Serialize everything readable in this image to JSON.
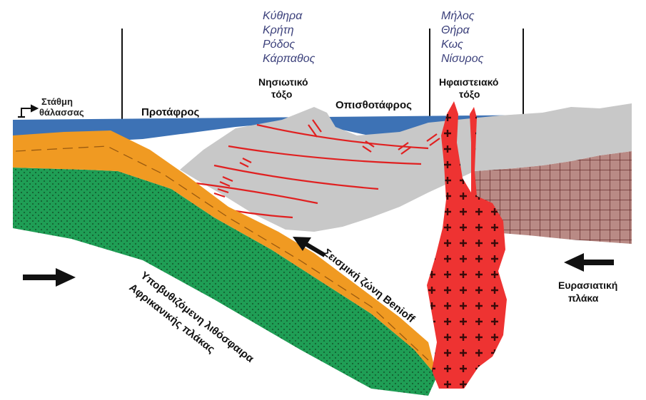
{
  "colors": {
    "sea": "#3d72b5",
    "sediment": "#f09a22",
    "lithosphere": "#1f9e55",
    "wedge": "#c8c8c8",
    "faults": "#e02020",
    "magma": "#ee3332",
    "magma_cross": "#3a0a0a",
    "continental": "#b98a85",
    "continental_grid": "#5a2020"
  },
  "labels": {
    "sea_level_1": "Στάθμη",
    "sea_level_2": "θάλασσας",
    "forearc": "Προτάφρος",
    "island_arc_1": "Νησιωτικό",
    "island_arc_2": "τόξο",
    "backarc": "Οπισθοτάφρος",
    "volcanic_arc_1": "Ηφαιστειακό",
    "volcanic_arc_2": "τόξο",
    "benioff": "Σεισμική ζώνη Benioff",
    "african_1": "Υποβυθιζόμενη λιθόσφαιρα",
    "african_2": "Αφρικανικής πλάκας",
    "eurasian_1": "Ευρασιατική",
    "eurasian_2": "πλάκα"
  },
  "islands_arc": [
    "Κύθηρα",
    "Κρήτη",
    "Ρόδος",
    "Κάρπαθος"
  ],
  "islands_volcanic": [
    "Μήλος",
    "Θήρα",
    "Κως",
    "Νίσυρος"
  ]
}
